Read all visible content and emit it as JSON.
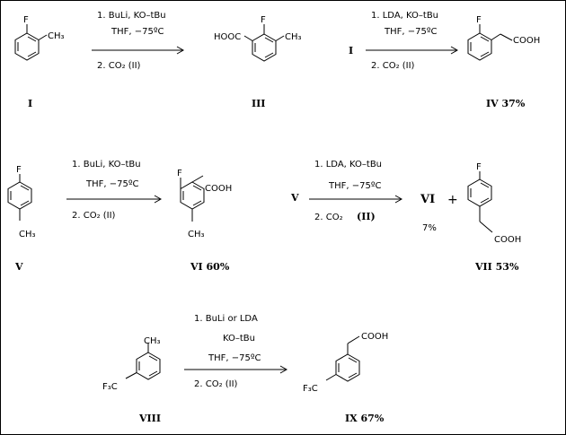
{
  "labels": {
    "I": "I",
    "III": "III",
    "IV": "IV 37%",
    "V": "V",
    "VI": "VI 60%",
    "VII": "VII 53%",
    "VIII": "VIII",
    "IX": "IX 67%"
  },
  "reactions": {
    "r1": {
      "step1": "1. BuLi, KO–tBu",
      "cond": "THF, −75ºC",
      "step2": "2. CO₂ (II)"
    },
    "r2": {
      "reactant": "I",
      "step1": "1. LDA, KO–tBu",
      "cond": "THF, −75ºC",
      "step2": "2. CO₂ (II)"
    },
    "r3": {
      "step1": "1. BuLi, KO–tBu",
      "cond": "THF, −75ºC",
      "step2": "2. CO₂ (II)"
    },
    "r4": {
      "reactant": "V",
      "step1": "1. LDA, KO–tBu",
      "cond": "THF, −75ºC",
      "step2": "2. CO₂",
      "step2_ref": "(II)",
      "product": "VI",
      "plus": "+",
      "yield": "7%"
    },
    "r5": {
      "step1": "1. BuLi or LDA",
      "step1b": "KO–tBu",
      "cond": "THF, −75ºC",
      "step2": "2. CO₂ (II)"
    }
  },
  "atoms": {
    "F": "F",
    "CH3": "CH₃",
    "COOH": "COOH",
    "HOOC": "HOOC",
    "F3C": "F₃C"
  }
}
